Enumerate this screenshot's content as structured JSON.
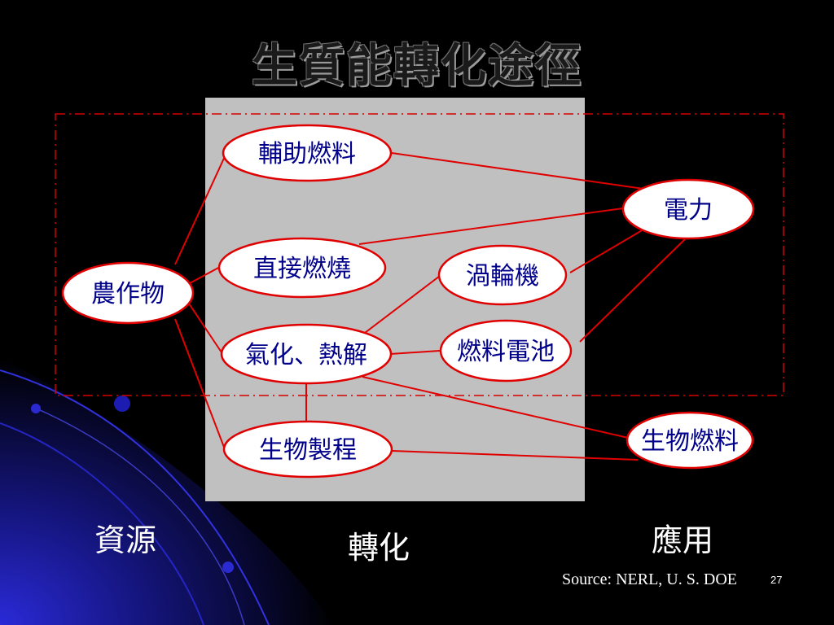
{
  "title": "生質能轉化途徑",
  "colors": {
    "background": "#000000",
    "panel": "#c0c0c0",
    "node_border": "#e00000",
    "node_fill": "#ffffff",
    "node_text": "#00008b",
    "dashed_border": "#d40000",
    "connector": "#e00000",
    "accent_blue": "#1a1aa6"
  },
  "nodes": {
    "crops": "農作物",
    "aux_fuel": "輔助燃料",
    "direct_combustion": "直接燃燒",
    "gasification_pyrolysis": "氣化、熱解",
    "bioprocess": "生物製程",
    "turbine": "渦輪機",
    "fuel_cell": "燃料電池",
    "electricity": "電力",
    "biofuel": "生物燃料"
  },
  "sections": {
    "resource": "資源",
    "conversion": "轉化",
    "application": "應用"
  },
  "footer": {
    "source": "Source: NERL, U. S. DOE",
    "page_number": "27"
  }
}
